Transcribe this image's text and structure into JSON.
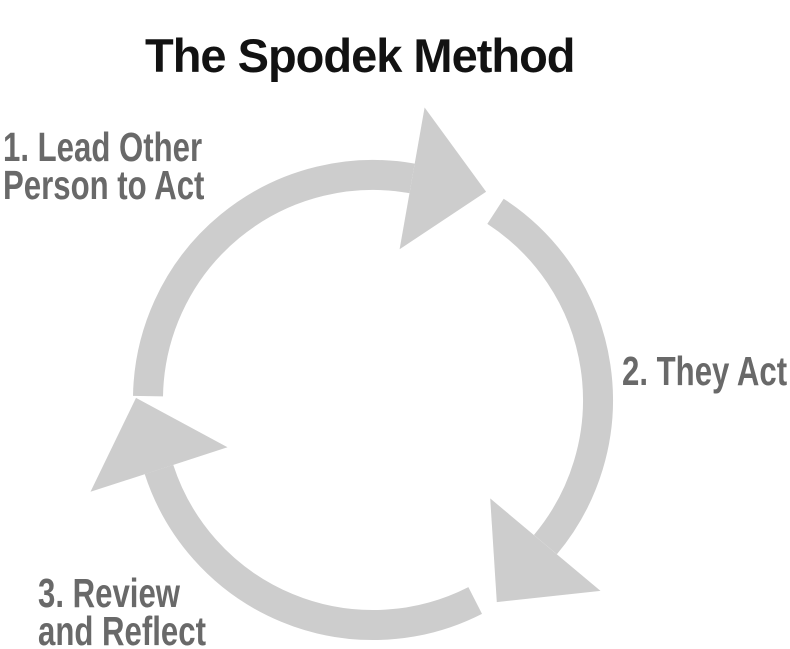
{
  "title": "The Spodek Method",
  "colors": {
    "arrow": "#cdcdcd",
    "label_text": "#696969",
    "title_text": "#121212",
    "background": "#ffffff"
  },
  "diagram": {
    "type": "cycle",
    "direction": "clockwise",
    "steps": [
      {
        "number": "1",
        "label": "1. Lead Other Person to Act",
        "line1": "1. Lead Other",
        "line2": "Person to Act",
        "position": "top-left"
      },
      {
        "number": "2",
        "label": "2. They Act",
        "line1": "2. They Act",
        "position": "right"
      },
      {
        "number": "3",
        "label": "3. Review and Reflect",
        "line1": "3. Review",
        "line2": "and Reflect",
        "position": "bottom-left"
      }
    ]
  }
}
